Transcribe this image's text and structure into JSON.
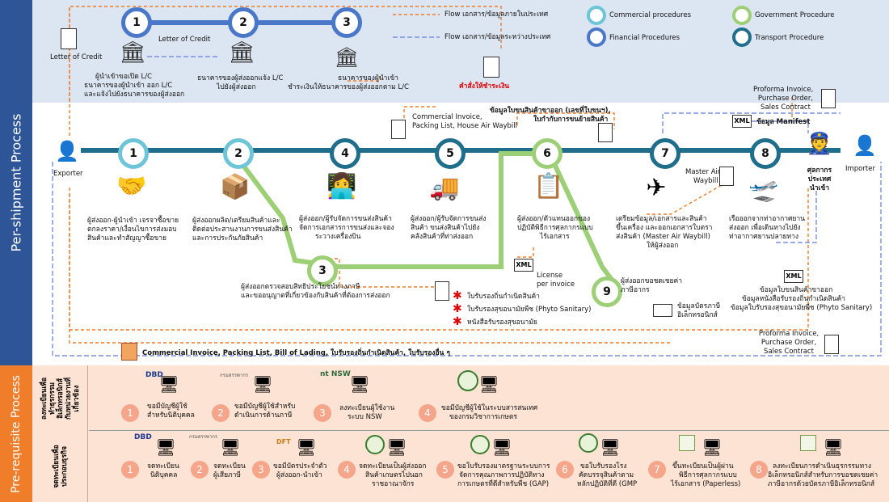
{
  "sections": {
    "shipment": "Per-shipment Process",
    "prerequisite": "Pre-requisite Process"
  },
  "legend": {
    "flow_domestic": "Flow เอกสาร/ข้อมูลภายในประเทศ",
    "flow_international": "Flow เอกสาร/ข้อมูลระหว่างประเทศ",
    "commercial": "Commercial procedures",
    "financial": "Financial Procedures",
    "government": "Government Procedure",
    "transport": "Transport Procedure"
  },
  "colors": {
    "transport": "#1e6e8c",
    "financial": "#4a77c8",
    "government": "#9dcf76",
    "commercial": "#6ec5d8",
    "domestic_flow": "#f07d2a",
    "international_flow": "#7b8fe0",
    "prereq_bg": "#fde3d3",
    "top_bg": "#dce6f2"
  },
  "lc": {
    "step1": "1",
    "step2": "2",
    "step3": "3",
    "doc_left": "Letter of Credit",
    "doc_mid": "Letter of Credit",
    "text1": [
      "ผู้นำเข้าขอเปิด L/C",
      "ธนาคารของผู้นำเข้า ออก L/C",
      "และแจ้งไปยังธนาคารของผู้ส่งออก"
    ],
    "text2": [
      "ธนาคารของผู้ส่งออกแจ้ง L/C",
      "ไปยังผู้ส่งออก"
    ],
    "text3": [
      "ธนาคารของผู้นำเข้า",
      "ชำระเงินให้ธนาคารของผู้ส่งออกตาม L/C"
    ],
    "payment": "คำสั่งให้ชำระเงิน"
  },
  "actors": {
    "exporter": "Exporter",
    "importer": "Importer",
    "customs": [
      "ศุลกากร",
      "ประเทศ",
      "นำเข้า"
    ]
  },
  "steps": {
    "s1": {
      "num": "1",
      "text": [
        "ผู้ส่งออก-ผู้นำเข้า เจรจาซื้อขาย",
        "ตกลงราคา/เงื่อนไขการส่งมอบ",
        "สินค้าและทำสัญญาซื้อขาย"
      ]
    },
    "s2": {
      "num": "2",
      "text": [
        "ผู้ส่งออกผลิต/เตรียมสินค้าและ",
        "ติดต่อประสานงานการขนส่งสินค้า",
        "และการประกันภัยสินค้า"
      ]
    },
    "s3": {
      "num": "3",
      "text": [
        "ผู้ส่งออกตรวจสอบสิทธิประโยชน์ทางภาษี",
        "และขออนุญาตที่เกี่ยวข้องกับสินค้าที่ต้องการส่งออก"
      ]
    },
    "s4": {
      "num": "4",
      "text": [
        "ผู้ส่งออก/ผู้รับจัดการขนส่งสินค้า",
        "จัดการเอกสารการขนส่งและจอง",
        "ระวางเครื่องบิน"
      ]
    },
    "s5": {
      "num": "5",
      "text": [
        "ผู้ส่งออก/ผู้รับจัดการขนส่ง",
        "สินค้า ขนส่งสินค้าไปยัง",
        "คลังสินค้าที่ท่าส่งออก"
      ]
    },
    "s6": {
      "num": "6",
      "text": [
        "ผู้ส่งออก/ตัวแทนออกของ",
        "ปฏิบัติพิธีการศุลกากรแบบ",
        "ไร้เอกสาร"
      ]
    },
    "s7": {
      "num": "7",
      "text": [
        "เตรียมข้อมูล/เอกสารและสินค้า",
        "ขึ้นเครื่อง และออกเอกสารใบตรา",
        "ส่งสินค้า (Master Air Waybill)",
        "ให้ผู้ส่งออก"
      ]
    },
    "s8": {
      "num": "8",
      "text": [
        "เรือออกจากท่าอากาศยาน",
        "ส่งออก เพื่อเดินทางไปยัง",
        "ท่าอากาศยานปลายทาง"
      ]
    },
    "s9": {
      "num": "9",
      "text": [
        "ผู้ส่งออกขอชดเชยค่า",
        "ภาษีอากร"
      ]
    }
  },
  "docs": {
    "commercial": [
      "Commercial Invoice,",
      "Packing List, House Air Waybill"
    ],
    "export_info": [
      "ข้อมูลใบขนสินค้าขาออก (เลขที่ใบขนฯ),",
      "ใบกำกับการขนย้ายสินค้า"
    ],
    "proforma_top": [
      "Proforma Invoice,",
      "Purchase Order,",
      "Sales Contract"
    ],
    "manifest": "ข้อมูล Manifest",
    "xml": "XML",
    "master_awb": [
      "Master Air",
      "Waybill"
    ],
    "license": [
      "License",
      "per invoice"
    ],
    "cert1": "ใบรับรองถิ่นกำเนิดสินค้า",
    "cert2": "ใบรับรองสุขอนามัยพืช (Phyto Sanitary)",
    "cert3": "หนังสือรับรองสุขอนามัย",
    "tax_card": [
      "ข้อมูลบัตรภาษี",
      "อิเล็กทรอนิกส์"
    ],
    "import_info": [
      "ข้อมูลใบขนสินค้าขาออก",
      "ข้อมูลหนังสือรับรองถิ่นกำเนิดสินค้า",
      "ข้อมูลใบรับรองสุขอนามัยพืช (Phyto Sanitary)"
    ],
    "proforma_bottom": [
      "Proforma Invoice,",
      "Purchase Order,",
      "Sales Contract"
    ],
    "bottom_docs": "Commercial Invoice, Packing List, Bill of Lading, ใบรับรองถิ่นกำเนิดสินค้า, ใบรับรองอื่น ๆ"
  },
  "prereq": {
    "row1_label": [
      "ลงทะเบียนเพื่อ",
      "ทำธุรกรรม",
      "อิเล็กทรอนิกส์",
      "กับหน่วยงานที่",
      "เกี่ยวข้อง"
    ],
    "row2_label": [
      "จดทะเบียนเพื่อ",
      "ประกอบธุรกิจ"
    ],
    "row1": [
      {
        "num": "1",
        "text": [
          "ขอมีบัญชีผู้ใช้",
          "สำหรับนิติบุคคล"
        ],
        "logo": "DBD"
      },
      {
        "num": "2",
        "text": [
          "ขอมีบัญชีผู้ใช้สำหรับ",
          "ดำเนินการด้านภาษี"
        ],
        "logo": "กรมสรรพากร"
      },
      {
        "num": "3",
        "text": [
          "ลงทะเบียนผู้ใช้งาน",
          "ระบบ NSW"
        ],
        "logo": "nt NSW"
      },
      {
        "num": "4",
        "text": [
          "ขอมีบัญชีผู้ใช้ในระบบสารสนเทศ",
          "ของกรมวิชาการเกษตร"
        ],
        "logo": ""
      }
    ],
    "row2": [
      {
        "num": "1",
        "text": [
          "จดทะเบียน",
          "นิติบุคคล"
        ],
        "logo": "DBD"
      },
      {
        "num": "2",
        "text": [
          "จดทะเบียน",
          "ผู้เสียภาษี"
        ],
        "logo": "กรมสรรพากร"
      },
      {
        "num": "3",
        "text": [
          "ขอมีบัตรประจำตัว",
          "ผู้ส่งออก-นำเข้า"
        ],
        "logo": "DFT"
      },
      {
        "num": "4",
        "text": [
          "จดทะเบียนเป็นผู้ส่งออก",
          "สินค้าเกษตรไปนอก",
          "ราชอาณาจักร"
        ],
        "logo": ""
      },
      {
        "num": "5",
        "text": [
          "ขอใบรับรองมาตรฐานระบบการ",
          "จัดการคุณภาพการปฏิบัติทาง",
          "การเกษตรที่ดีสำหรับพืช (GAP)"
        ],
        "logo": ""
      },
      {
        "num": "6",
        "text": [
          "ขอใบรับรองโรง",
          "คัดบรรจุสินค้าตาม",
          "หลักปฏิบัติที่ดี (GMP"
        ],
        "logo": ""
      },
      {
        "num": "7",
        "text": [
          "ขึ้นทะเบียนเป็นผู้ผ่าน",
          "พิธีการศุลกากรแบบ",
          "ไร้เอกสาร  (Paperless)"
        ],
        "logo": ""
      },
      {
        "num": "8",
        "text": [
          "ลงทะเบียนการดำเนินธุรกรรมทาง",
          "อิเล็กทรอนิกส์สำหรับการขอชดเชยค่า",
          "ภาษีอากรด้วยบัตรภาษีอิเล็กทรอนิกส์"
        ],
        "logo": ""
      }
    ]
  }
}
